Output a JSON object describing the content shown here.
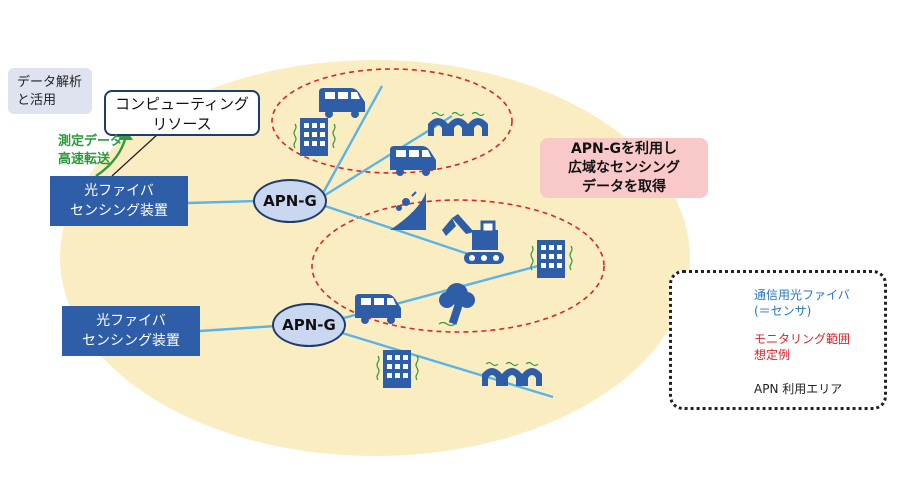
{
  "analysis_box": {
    "line1": "データ解析",
    "line2": "と活用"
  },
  "computing_box": {
    "line1": "コンピューティング",
    "line2": "リソース"
  },
  "transfer_label": {
    "line1": "測定データ",
    "line2": "高速転送"
  },
  "sensor_devices": [
    {
      "line1": "光ファイバ",
      "line2": "センシング装置"
    },
    {
      "line1": "光ファイバ",
      "line2": "センシング装置"
    }
  ],
  "apn_nodes": [
    {
      "label": "APN-G"
    },
    {
      "label": "APN-G"
    }
  ],
  "callout": {
    "line1": "APN-Gを利用し",
    "line2": "広域なセンシング",
    "line3": "データを取得"
  },
  "legend": {
    "fiber_line1": "通信用光ファイバ",
    "fiber_line2": "(＝センサ)",
    "range_line1": "モニタリング範囲",
    "range_line2": "想定例",
    "area": "APN 利用エリア"
  },
  "colors": {
    "area": "#fbedc2",
    "fiber": "#5ab4e8",
    "range": "#d9262c",
    "icon": "#2f5ea8",
    "sensor_box": "#2f5ea8",
    "transfer_arrow": "#2e9a3c",
    "callout_bg": "#f9c9c9"
  },
  "icons": [
    "van-icon",
    "building-icon",
    "bridge-icon",
    "landslide-icon",
    "excavator-icon",
    "tree-icon"
  ]
}
